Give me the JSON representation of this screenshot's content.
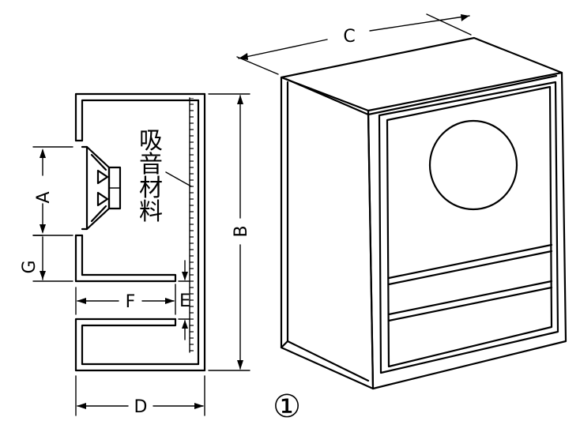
{
  "section_view": {
    "material_label_chars": [
      "吸",
      "音",
      "材",
      "料"
    ],
    "dimension_labels": {
      "a": "A",
      "b": "B",
      "d": "D",
      "e": "E",
      "f": "F",
      "g": "G"
    }
  },
  "perspective_view": {
    "dimension_label_c": "C"
  },
  "figure_number": "①"
}
